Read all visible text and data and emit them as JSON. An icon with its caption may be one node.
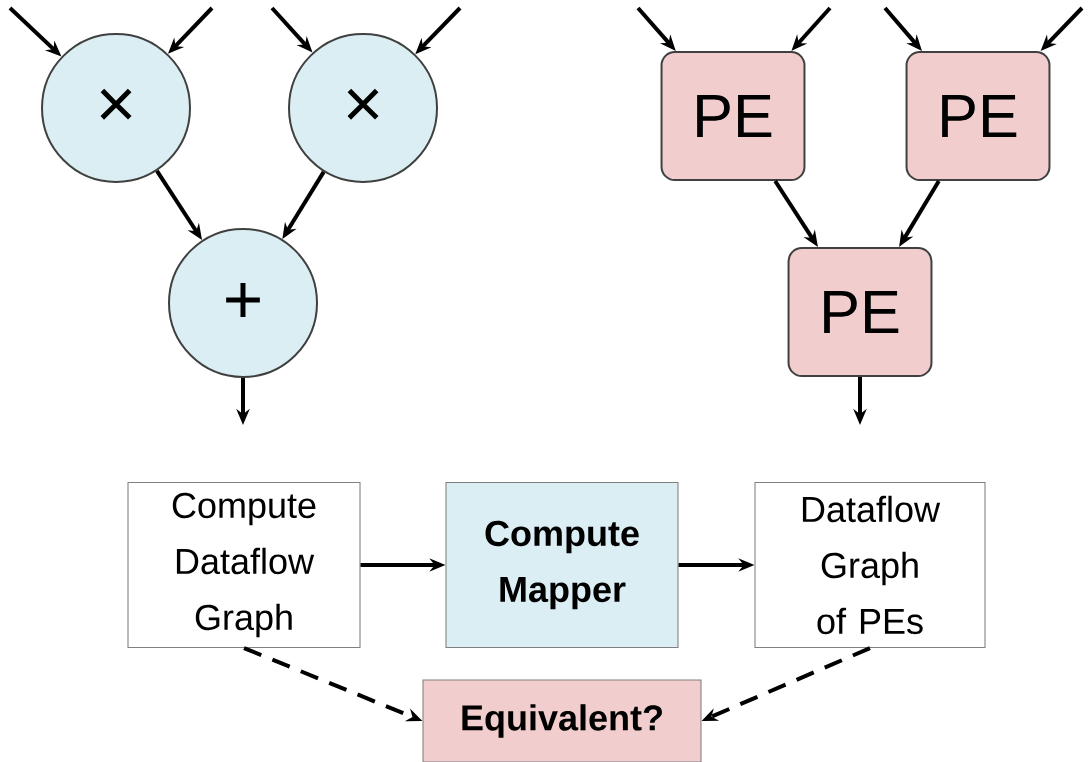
{
  "diagram": {
    "nodes": [
      {
        "text": [
          "×"
        ]
      },
      {
        "text": [
          "×"
        ]
      },
      {
        "text": [
          "+"
        ]
      },
      {
        "text": [
          "PE"
        ]
      },
      {
        "text": [
          "PE"
        ]
      },
      {
        "text": [
          "PE"
        ]
      },
      {
        "text": [
          "Compute Dataflow Graph"
        ]
      },
      {
        "text": [
          "Compute Mapper"
        ]
      },
      {
        "text": [
          "Dataflow Graph of PEs"
        ]
      },
      {
        "text": [
          "Equivalent?"
        ]
      }
    ],
    "edges": [
      {
        "from": null,
        "to": 0,
        "arrow": "to"
      },
      {
        "from": null,
        "to": 0,
        "arrow": "to"
      },
      {
        "from": null,
        "to": 1,
        "arrow": "to"
      },
      {
        "from": null,
        "to": 1,
        "arrow": "to"
      },
      {
        "from": 0,
        "to": 2,
        "arrow": "to"
      },
      {
        "from": 1,
        "to": 2,
        "arrow": "to"
      },
      {
        "from": 2,
        "to": null,
        "arrow": "to"
      },
      {
        "from": null,
        "to": 3,
        "arrow": "to"
      },
      {
        "from": null,
        "to": 3,
        "arrow": "to"
      },
      {
        "from": null,
        "to": 4,
        "arrow": "to"
      },
      {
        "from": null,
        "to": 4,
        "arrow": "to"
      },
      {
        "from": 3,
        "to": 5,
        "arrow": "to"
      },
      {
        "from": 4,
        "to": 5,
        "arrow": "to"
      },
      {
        "from": 5,
        "to": null,
        "arrow": "to"
      },
      {
        "from": 6,
        "to": 7,
        "arrow": "to"
      },
      {
        "from": 7,
        "to": 8,
        "arrow": "to"
      },
      {
        "from": 6,
        "to": 9,
        "arrow": "to",
        "style": "dashed"
      },
      {
        "from": 8,
        "to": 9,
        "arrow": "to",
        "style": "dashed"
      }
    ]
  }
}
